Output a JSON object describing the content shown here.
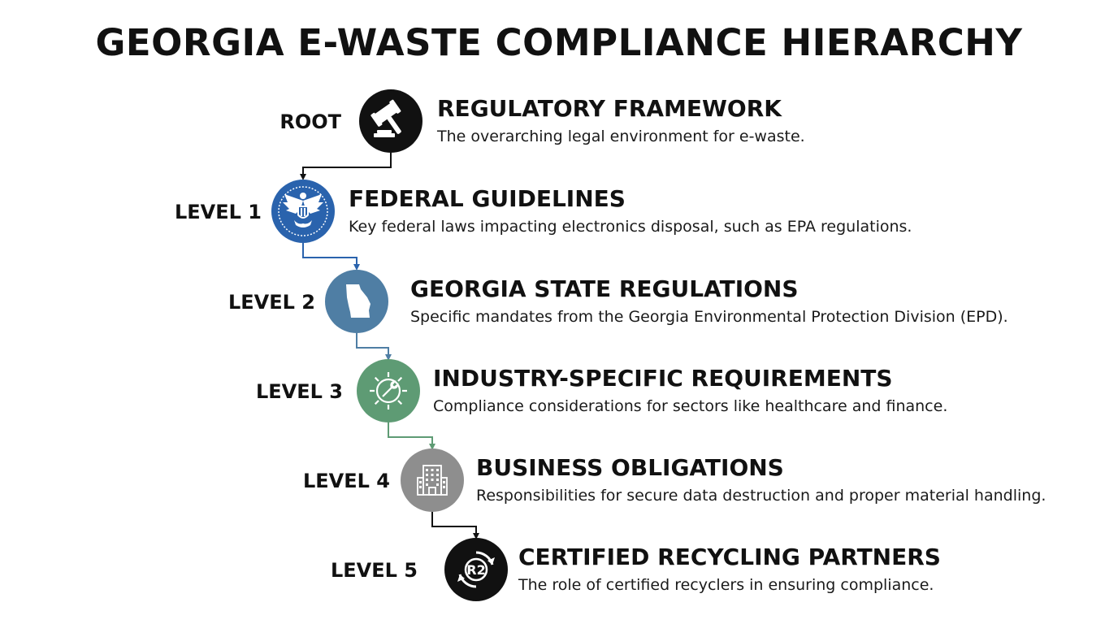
{
  "title": "GEORGIA E-WASTE COMPLIANCE HIERARCHY",
  "levels": [
    {
      "level_label": "ROOT",
      "heading": "REGULATORY FRAMEWORK",
      "description": "The overarching legal environment for e-waste.",
      "icon": "gavel-icon",
      "color": "#111111"
    },
    {
      "level_label": "LEVEL 1",
      "heading": "FEDERAL GUIDELINES",
      "description": "Key federal laws impacting electronics disposal, such as EPA regulations.",
      "icon": "federal-eagle-seal-icon",
      "color": "#2a63ad"
    },
    {
      "level_label": "LEVEL 2",
      "heading": "GEORGIA STATE REGULATIONS",
      "description": "Specific mandates from the Georgia Environmental Protection Division (EPD).",
      "icon": "georgia-map-icon",
      "color": "#4f7ea4"
    },
    {
      "level_label": "LEVEL 3",
      "heading": "INDUSTRY-SPECIFIC REQUIREMENTS",
      "description": "Compliance considerations for sectors like healthcare and finance.",
      "icon": "gear-wrench-icon",
      "color": "#5e9b74"
    },
    {
      "level_label": "LEVEL 4",
      "heading": "BUSINESS OBLIGATIONS",
      "description": "Responsibilities for secure data destruction and proper material handling.",
      "icon": "office-building-icon",
      "color": "#8e8e8e"
    },
    {
      "level_label": "LEVEL 5",
      "heading": "CERTIFIED RECYCLING PARTNERS",
      "description": "The role of certified recyclers in ensuring compliance.",
      "icon": "r2-recycling-icon",
      "icon_text": "R2",
      "color": "#111111"
    }
  ],
  "connector_colors": [
    "#111111",
    "#2a63ad",
    "#4f7ea4",
    "#5e9b74",
    "#111111"
  ]
}
